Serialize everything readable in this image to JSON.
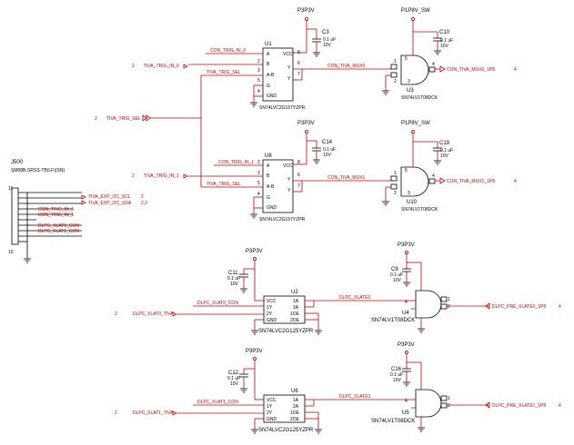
{
  "power": {
    "p3v3": "P3P3V",
    "p1v8": "P1P8V_SW"
  },
  "caps": {
    "c3": "C3",
    "c10": "C10",
    "c14": "C14",
    "c19": "C19",
    "c11": "C11",
    "c9": "C9",
    "c12": "C12",
    "c16": "C16",
    "val_01uf": "0.1 uF",
    "val_10v": "10V"
  },
  "u1": {
    "ref": "U1",
    "part": "SN74LVC2G157YZPR",
    "pins_left": [
      "A",
      "B",
      "A-B",
      "G",
      "GND"
    ],
    "pins_right": [
      "VCC",
      "Y",
      "Y"
    ],
    "num_left": [
      "2",
      "3",
      "5",
      "4",
      "4"
    ],
    "num_right": [
      "8",
      "6",
      "7"
    ]
  },
  "u8": {
    "ref": "U8",
    "part": "SN74LVC2G157YZPR",
    "pins_left": [
      "A",
      "B",
      "A-B",
      "G",
      "GND"
    ],
    "pins_right": [
      "VCC",
      "Y",
      "Y"
    ],
    "num_left": [
      "2",
      "3",
      "5",
      "4",
      "4"
    ],
    "num_right": [
      "8",
      "6",
      "7"
    ]
  },
  "u3": {
    "ref": "U3",
    "part": "SN74LV1T08DCK"
  },
  "u10": {
    "ref": "U10",
    "part": "SN74LV1T08DCK"
  },
  "u4": {
    "ref": "U4",
    "part": "SN74LV1T08DCK"
  },
  "u5": {
    "ref": "U5",
    "part": "SN74LV1T08DCK"
  },
  "u2": {
    "ref": "U2",
    "part": "SN74LVC2G125YZPR",
    "pins_left": [
      "VCC",
      "1Y",
      "2Y",
      "GND"
    ],
    "pins_right": [
      "1A",
      "2A",
      "1OE",
      "2OE"
    ]
  },
  "u6": {
    "ref": "U6",
    "part": "SN74LVC2G125YZPR",
    "pins_left": [
      "VCC",
      "1Y",
      "2Y",
      "GND"
    ],
    "pins_right": [
      "1A",
      "2A",
      "1OE",
      "2OE"
    ]
  },
  "j500": {
    "ref": "J500",
    "part": "SM08B-SRSS-TB(LF)(SN)",
    "pin_top": "11",
    "pin_bottom": "10"
  },
  "nets": {
    "con_trig_in_0": "CON_TRIG_IN_0",
    "con_trig_in_1": "CON_TRIG_IN_1",
    "tiva_trig_in_0": "TIVA_TRIG_IN_0",
    "tiva_trig_in_1": "TIVA_TRIG_IN_1",
    "tiva_trig_sel": "TIVA_TRIG_SEL",
    "con_tiva_mux0": "CON_TIVA_MUX0",
    "con_tiva_mux1": "CON_TIVA_MUX1",
    "con_tiva_mux0_1p8": "CON_TIVA_MUX0_1P8",
    "con_tiva_mux1_1p8": "CON_TIVA_MUX1_1P8",
    "tiva_exp_i2c_scl": "TIVA_EXP_I2C_SCL",
    "tiva_exp_i2c_sda": "TIVA_EXP_I2C_SDA",
    "dlpc_xlat0_con": "DLPC_XLAT0_CON",
    "dlpc_xlat1_con": "DLPC_XLAT1_CON",
    "dlpc_xlat0_tiva": "DLPC_XLAT0_TIVA",
    "dlpc_xlat1_tiva": "DLPC_XLAT1_TIVA",
    "dlpc_xlate0": "DLPC_XLATE0",
    "dlpc_xlate1": "DLPC_XLATE1",
    "dlpc_pre_xlate0_1p8": "DLPC_PRE_XLATE0_1P8",
    "dlpc_pre_xlate1_1p8": "DLPC_PRE_XLATE1_1P8"
  },
  "sheet_refs": {
    "r2": "2",
    "r4": "4",
    "r23": "2,3"
  },
  "gate_pins": {
    "p1": "1",
    "p2": "2",
    "p3": "3",
    "p4": "4",
    "p5": "5"
  }
}
